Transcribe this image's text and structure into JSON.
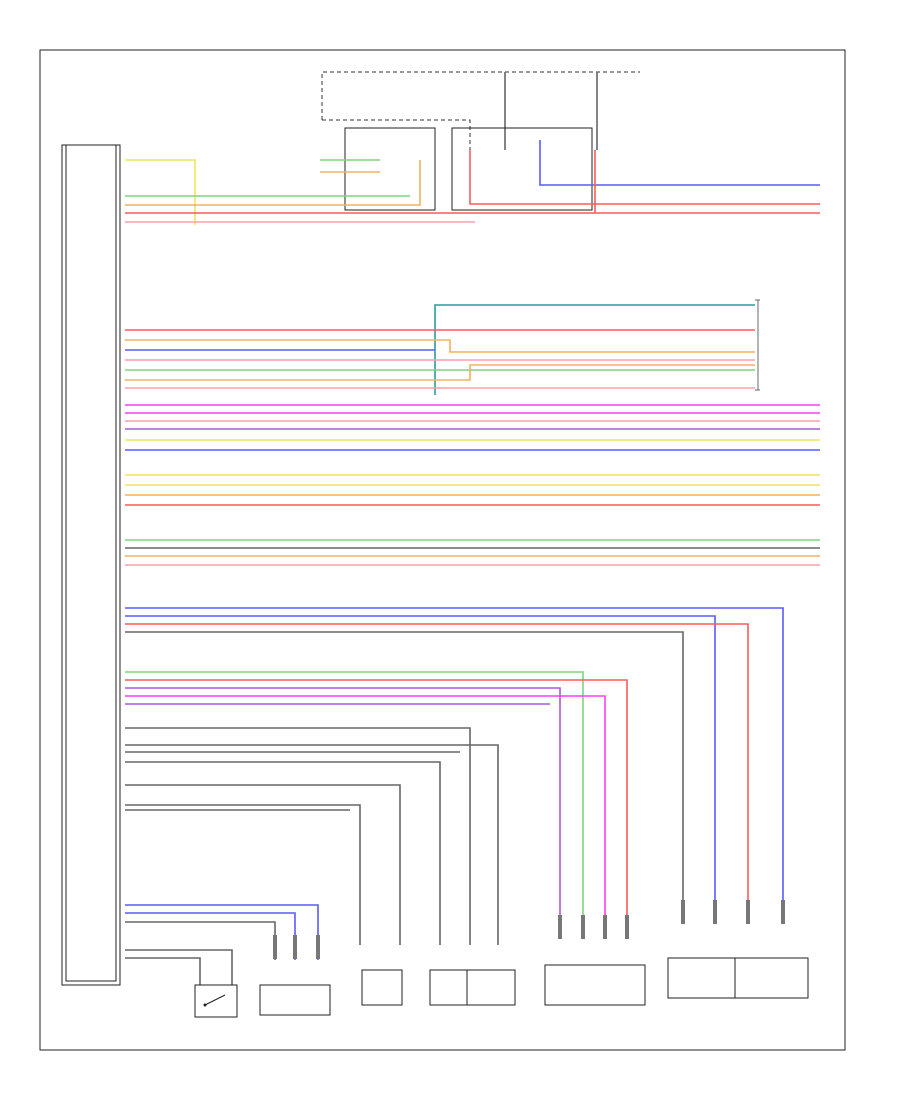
{
  "diagram": {
    "page_number": "",
    "left_module": "",
    "bottom_components": [
      {
        "id": "switch",
        "label": ""
      },
      {
        "id": "hall-sensor",
        "label": ""
      },
      {
        "id": "backrest-motor",
        "label": ""
      },
      {
        "id": "height-motor",
        "label": ""
      },
      {
        "id": "longitudinal-motor",
        "label": ""
      },
      {
        "id": "massage-lumbar",
        "label": ""
      }
    ],
    "wire_colors": {
      "red": "#ff5a5a",
      "pink": "#ff9ea8",
      "green": "#7fd37f",
      "blue": "#5a5aff",
      "magenta": "#ff3dff",
      "yellow": "#f2e45a",
      "orange": "#f0b060",
      "teal": "#2a9c9c",
      "purple": "#a95ad6",
      "gray": "#666666"
    }
  }
}
